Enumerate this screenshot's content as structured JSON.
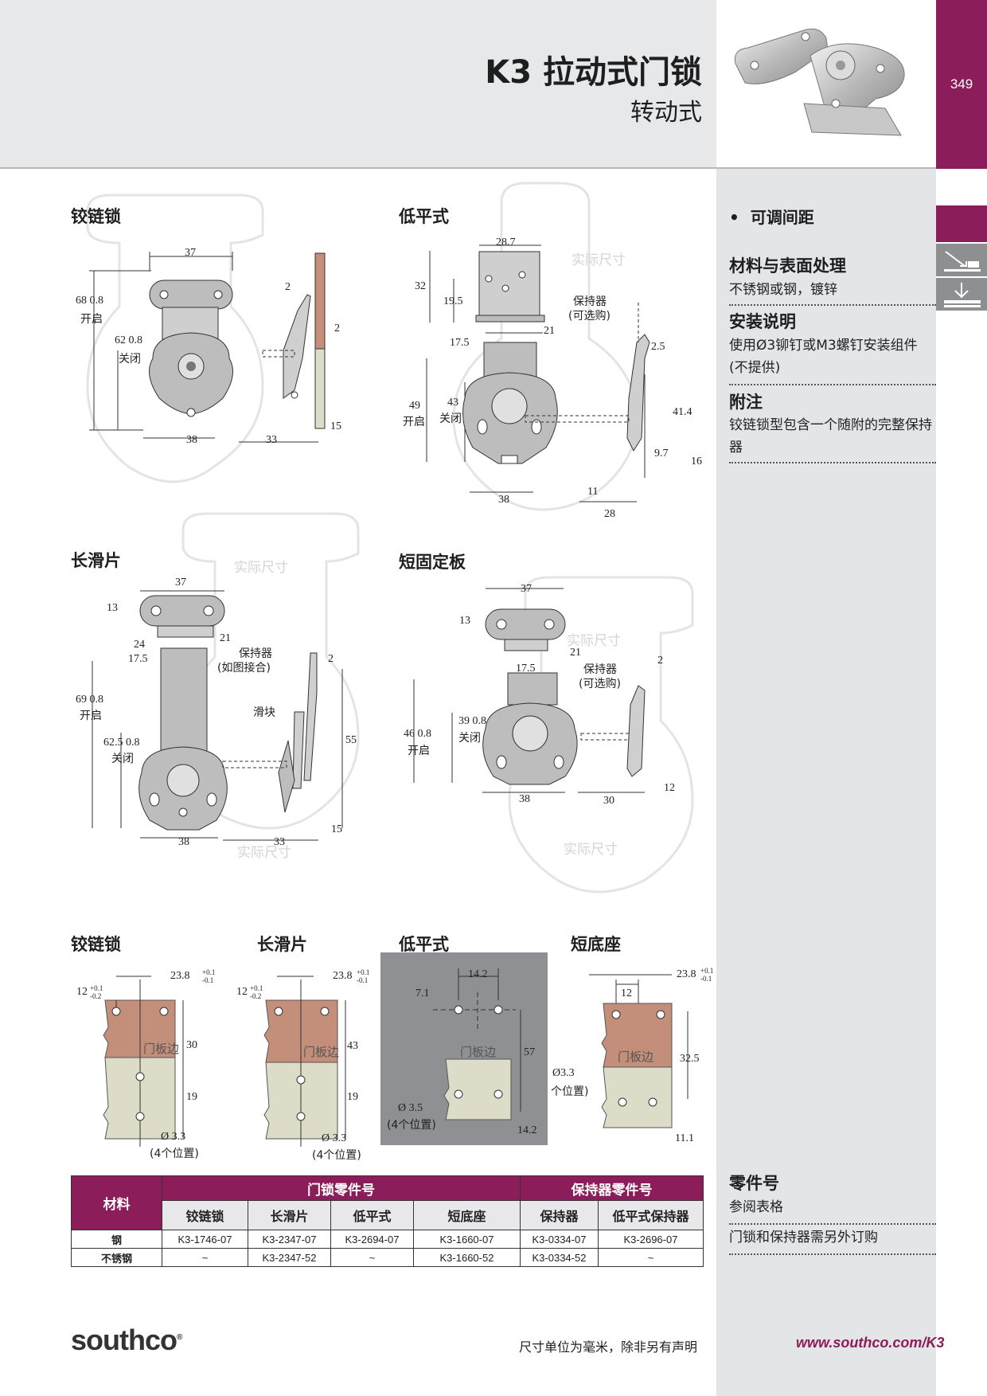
{
  "header": {
    "title": "K3 拉动式门锁",
    "subtitle": "转动式",
    "page_number": "349"
  },
  "colors": {
    "brand_purple": "#8c1d5b",
    "door_panel": "#c38e7a",
    "frame_panel": "#dcdcc8",
    "sidebar_grey": "#e4e5e7"
  },
  "sidebar": {
    "feature": "可调间距",
    "materials_heading": "材料与表面处理",
    "materials_text": "不锈钢或钢，镀锌",
    "install_heading": "安装说明",
    "install_text": "使用Ø3铆钉或M3螺钉安装组件(不提供)",
    "notes_heading": "附注",
    "notes_text": "铰链锁型包含一个随附的完整保持器",
    "parts_heading": "零件号",
    "parts_ref": "参阅表格",
    "parts_note": "门锁和保持器需另外订购",
    "icons": [
      "finish-icon",
      "mount-icon"
    ]
  },
  "drawings": {
    "hinge": {
      "label": "铰链锁",
      "dims": [
        "37",
        "68  0.8",
        "开启",
        "62  0.8",
        "关闭",
        "38",
        "2",
        "2",
        "33",
        "15"
      ]
    },
    "low_profile": {
      "label": "低平式",
      "dims": [
        "28.7",
        "32",
        "19.5",
        "保持器",
        "(可选购)",
        "17.5",
        "21",
        "2.5",
        "49",
        "开启",
        "43",
        "关闭",
        "41.4",
        "9.7",
        "16",
        "38",
        "11",
        "28"
      ]
    },
    "long_slide": {
      "label": "长滑片",
      "dims": [
        "37",
        "13",
        "24",
        "21",
        "17.5",
        "保持器",
        "(如图接合)",
        "2",
        "69  0.8",
        "开启",
        "滑块",
        "55",
        "62.5  0.8",
        "关闭",
        "38",
        "33",
        "15"
      ]
    },
    "short_plate": {
      "label": "短固定板",
      "dims": [
        "37",
        "13",
        "21",
        "17.5",
        "保持器",
        "(可选购)",
        "2",
        "46  0.8",
        "开启",
        "39  0.8",
        "关闭",
        "38",
        "30",
        "12"
      ]
    },
    "watermark": "实际尺寸"
  },
  "cutouts": {
    "hinge": {
      "label": "铰链锁",
      "dims": [
        "23.8",
        "12",
        "30",
        "19",
        "Ø 3.3",
        "(4个位置)"
      ],
      "panel_label": "门板边"
    },
    "long_slide": {
      "label": "长滑片",
      "dims": [
        "23.8",
        "12",
        "43",
        "19",
        "Ø 3.3",
        "(4个位置)"
      ],
      "panel_label": "门板边"
    },
    "low_profile": {
      "label": "低平式",
      "dims": [
        "14.2",
        "7.1",
        "57",
        "Ø 3.5",
        "(4个位置)",
        "14.2"
      ],
      "panel_label": "门板边"
    },
    "short_base": {
      "label": "短底座",
      "dims": [
        "23.8",
        "12",
        "32.5",
        "Ø3.3",
        "个位置)",
        "11.1"
      ],
      "panel_label": "门板边"
    },
    "tol_plus": "+0.1",
    "tol_minus": "-0.1",
    "tol_minus2": "-0.2"
  },
  "table": {
    "col_material": "材料",
    "group_latch": "门锁零件号",
    "group_keeper": "保持器零件号",
    "columns": [
      "铰链锁",
      "长滑片",
      "低平式",
      "短底座",
      "保持器",
      "低平式保持器"
    ],
    "rows": [
      {
        "material": "钢",
        "values": [
          "K3-1746-07",
          "K3-2347-07",
          "K3-2694-07",
          "K3-1660-07",
          "K3-0334-07",
          "K3-2696-07"
        ]
      },
      {
        "material": "不锈钢",
        "values": [
          "~",
          "K3-2347-52",
          "~",
          "K3-1660-52",
          "K3-0334-52",
          "~"
        ]
      }
    ]
  },
  "footer": {
    "logo": "southco",
    "note": "尺寸单位为毫米，除非另有声明",
    "url": "www.southco.com/K3"
  }
}
